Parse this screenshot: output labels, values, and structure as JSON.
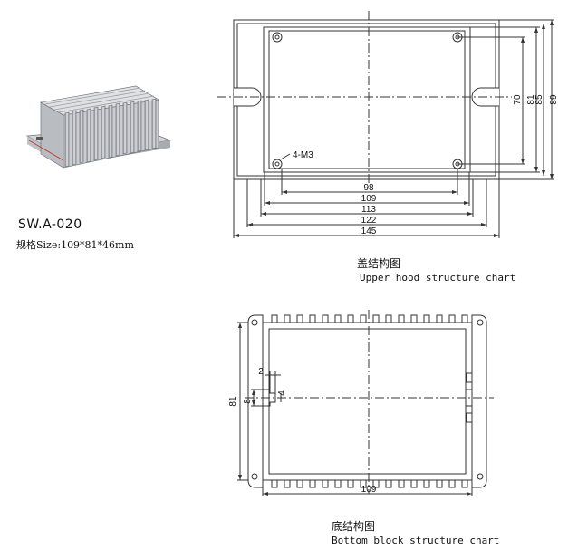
{
  "product": {
    "model": "SW.A-020",
    "spec": "规格Size:109*81*46mm"
  },
  "upper": {
    "title_cn": "盖结构图",
    "title_en": "Upper hood structure chart",
    "hole_label": "4-M3",
    "dims_h": [
      "98",
      "109",
      "113",
      "122",
      "145"
    ],
    "dims_v": [
      "70",
      "81",
      "85",
      "89"
    ]
  },
  "bottom": {
    "title_cn": "底结构图",
    "title_en": "Bottom block structure chart",
    "dim_width": "109",
    "dim_height": "81",
    "dim_slot_h": "8",
    "dim_slot_w": "2",
    "dim_slot_d": "4"
  },
  "colors": {
    "line": "#333333",
    "photo_body": "#c9ccd0"
  }
}
